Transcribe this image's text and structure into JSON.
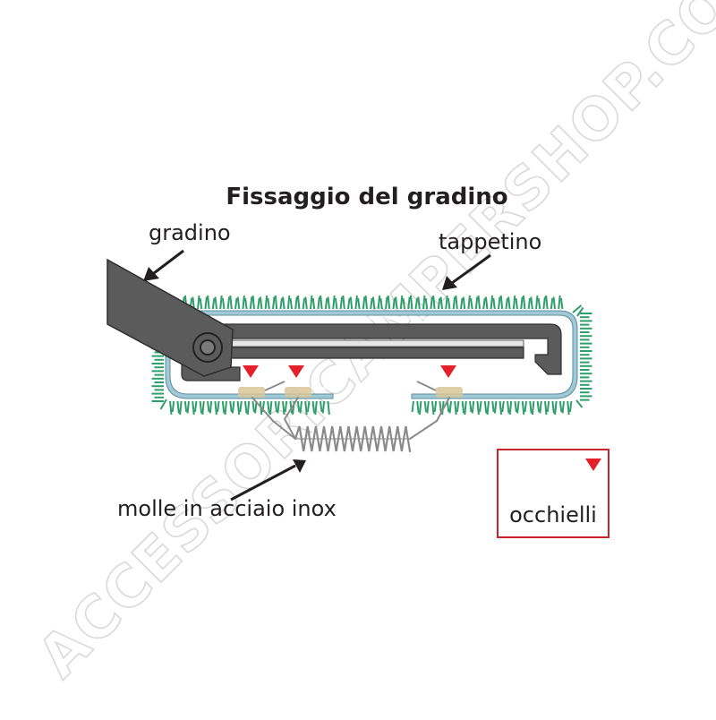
{
  "diagram": {
    "title": "Fissaggio del gradino",
    "labels": {
      "gradino": "gradino",
      "tappetino": "tappetino",
      "molle": "molle in acciaio inox",
      "occhielli": "occhielli"
    },
    "watermark": "ACCESSORICAMPERSHOP.COM",
    "colors": {
      "grass": "#2e9e6b",
      "step_gray": "#5b5b5b",
      "frame_blue": "#9fc9d6",
      "eyelet_red": "#e4202a",
      "spring_gray": "#8a8a8a",
      "legend_border": "#c9252c",
      "clip_tan": "#d8c79a"
    }
  }
}
